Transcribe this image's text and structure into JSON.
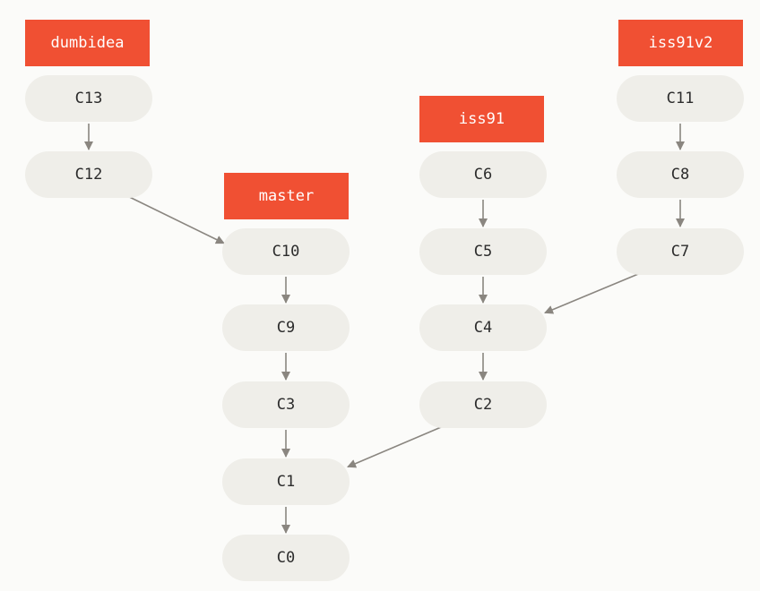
{
  "colors": {
    "background": "#fbfbf9",
    "commit_fill": "#efeee9",
    "commit_text": "#2c2c2c",
    "branch_fill": "#f05033",
    "branch_text": "#ffffff",
    "edge": "#8a8680"
  },
  "branches": {
    "dumbidea": "dumbidea",
    "master": "master",
    "iss91": "iss91",
    "iss91v2": "iss91v2"
  },
  "commits": {
    "c0": "C0",
    "c1": "C1",
    "c2": "C2",
    "c3": "C3",
    "c4": "C4",
    "c5": "C5",
    "c6": "C6",
    "c7": "C7",
    "c8": "C8",
    "c9": "C9",
    "c10": "C10",
    "c11": "C11",
    "c12": "C12",
    "c13": "C13"
  },
  "edges": [
    [
      "c13",
      "c12"
    ],
    [
      "c12",
      "c10"
    ],
    [
      "c10",
      "c9"
    ],
    [
      "c9",
      "c3"
    ],
    [
      "c3",
      "c1"
    ],
    [
      "c1",
      "c0"
    ],
    [
      "c6",
      "c5"
    ],
    [
      "c5",
      "c4"
    ],
    [
      "c4",
      "c2"
    ],
    [
      "c2",
      "c1"
    ],
    [
      "c11",
      "c8"
    ],
    [
      "c8",
      "c7"
    ],
    [
      "c7",
      "c4"
    ]
  ]
}
